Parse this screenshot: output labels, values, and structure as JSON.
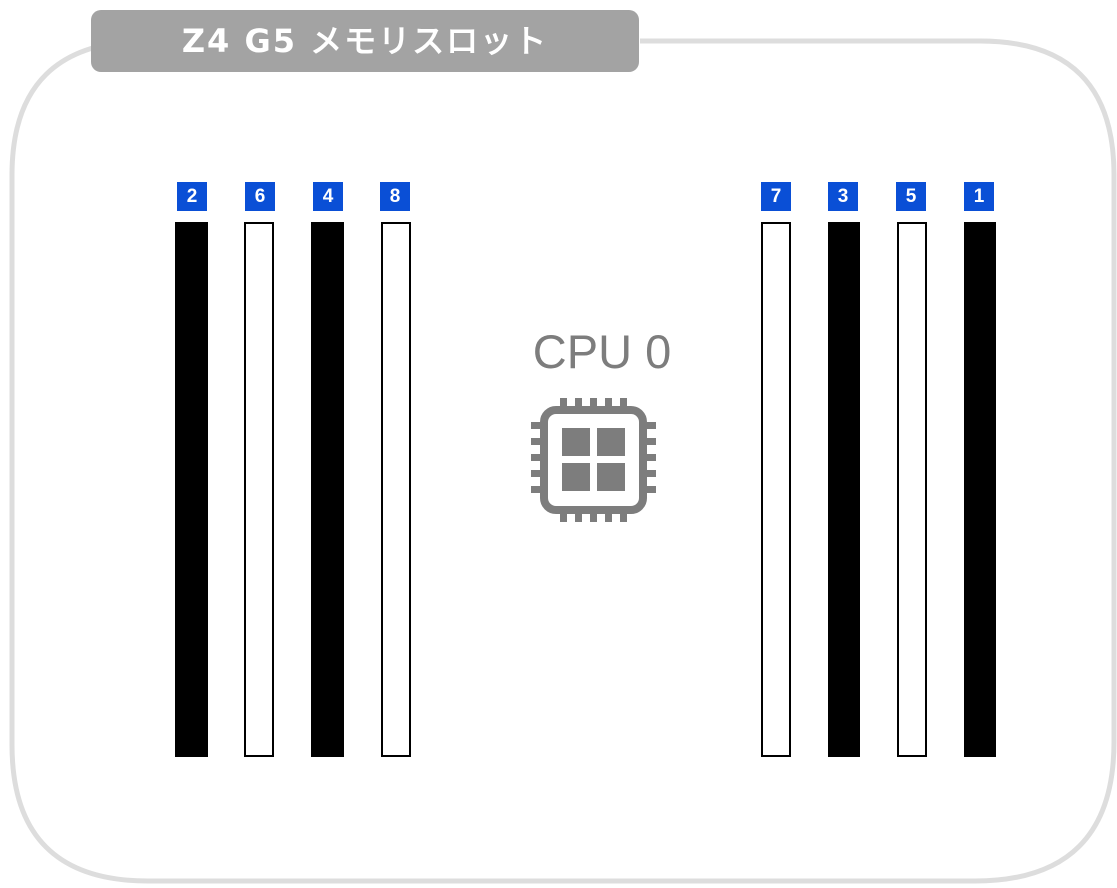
{
  "title": "Z4 G5 メモリスロット",
  "cpu": {
    "label": "CPU 0",
    "icon": "cpu-chip-icon"
  },
  "colors": {
    "accent": "#0a4fd6",
    "title_bg": "#a3a3a3",
    "panel_border": "#dddddd",
    "filled_slot": "#000000",
    "empty_slot": "#ffffff",
    "cpu_gray": "#7d7d7d"
  },
  "slots": [
    {
      "label": "2",
      "filled": true
    },
    {
      "label": "6",
      "filled": false
    },
    {
      "label": "4",
      "filled": true
    },
    {
      "label": "8",
      "filled": false
    },
    {
      "label": "7",
      "filled": false
    },
    {
      "label": "3",
      "filled": true
    },
    {
      "label": "5",
      "filled": false
    },
    {
      "label": "1",
      "filled": true
    }
  ]
}
